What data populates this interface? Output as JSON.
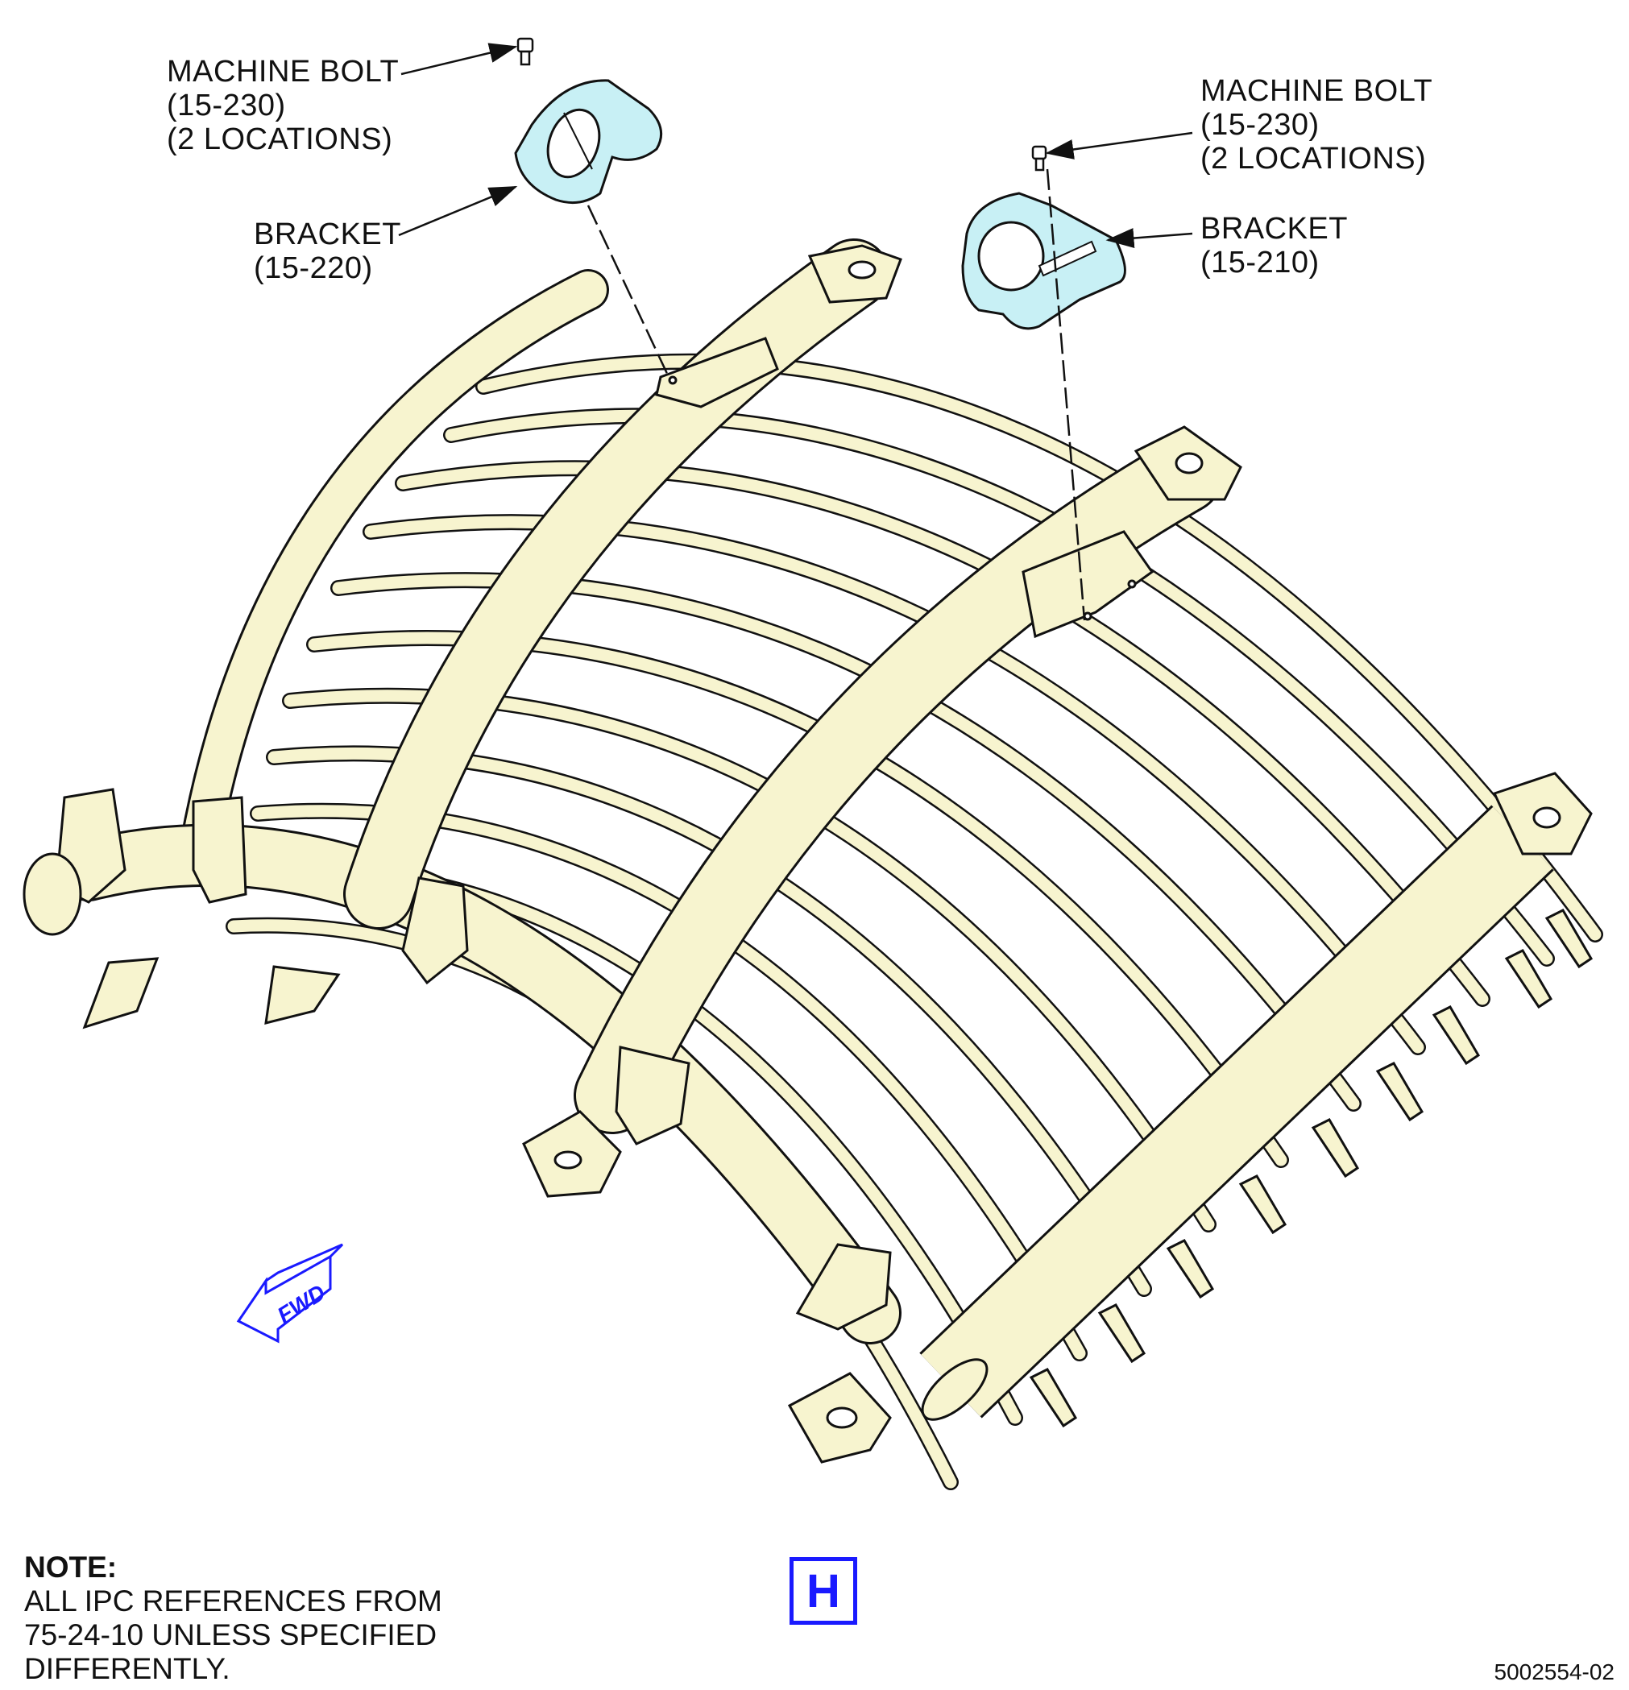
{
  "callouts": {
    "bolt_left": {
      "name": "MACHINE BOLT",
      "ref": "(15-230)",
      "qty": "(2 LOCATIONS)"
    },
    "bracket_left": {
      "name": "BRACKET",
      "ref": "(15-220)"
    },
    "bolt_right": {
      "name": "MACHINE BOLT",
      "ref": "(15-230)",
      "qty": "(2 LOCATIONS)"
    },
    "bracket_right": {
      "name": "BRACKET",
      "ref": "(15-210)"
    }
  },
  "fwd_arrow": {
    "label": "FWD"
  },
  "note": {
    "title": "NOTE:",
    "line1": "ALL IPC REFERENCES FROM",
    "line2": "75-24-10 UNLESS SPECIFIED",
    "line3": "DIFFERENTLY."
  },
  "view_label": "H",
  "figure_id": "5002554-02",
  "colors": {
    "structure_fill": "#f7f4cf",
    "bracket_fill": "#c8f0f5",
    "outline": "#111111",
    "accent_blue": "#1a1aff"
  }
}
